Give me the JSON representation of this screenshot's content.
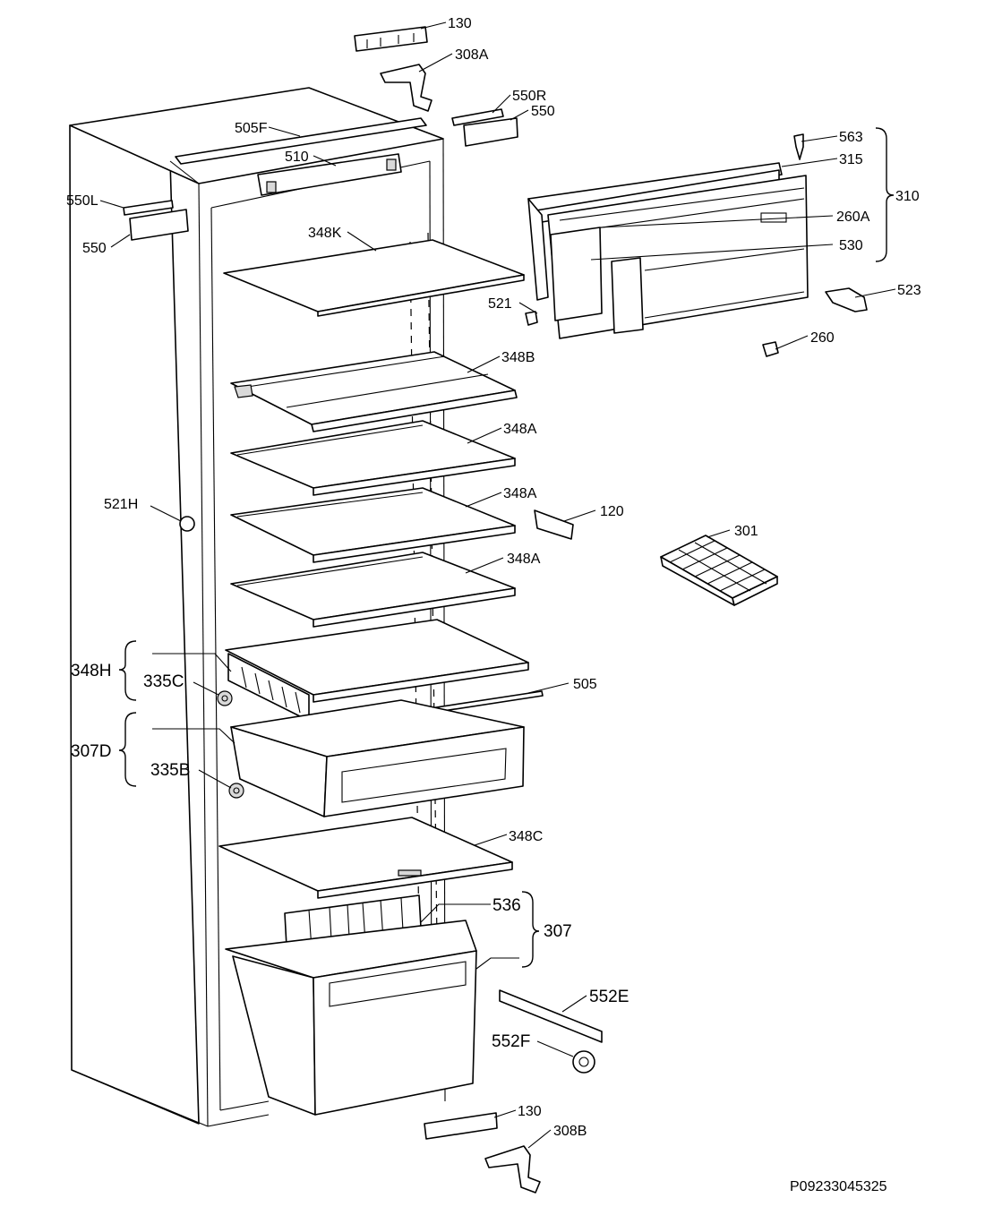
{
  "labels": {
    "p130_top": "130",
    "p308A": "308A",
    "p550R": "550R",
    "p550_right": "550",
    "p505F": "505F",
    "p510": "510",
    "p550L": "550L",
    "p550_left": "550",
    "p563": "563",
    "p315": "315",
    "p310": "310",
    "p260A": "260A",
    "p530": "530",
    "p523": "523",
    "p521": "521",
    "p260": "260",
    "p348K": "348K",
    "p348B": "348B",
    "p348A_1": "348A",
    "p348A_2": "348A",
    "p348A_3": "348A",
    "p521H": "521H",
    "p120": "120",
    "p301": "301",
    "p348H": "348H",
    "p335C": "335C",
    "p505": "505",
    "p307D": "307D",
    "p335B": "335B",
    "p348C": "348C",
    "p536": "536",
    "p307": "307",
    "p552E": "552E",
    "p552F": "552F",
    "p130_bottom": "130",
    "p308B": "308B"
  },
  "document_code": "P09233045325"
}
